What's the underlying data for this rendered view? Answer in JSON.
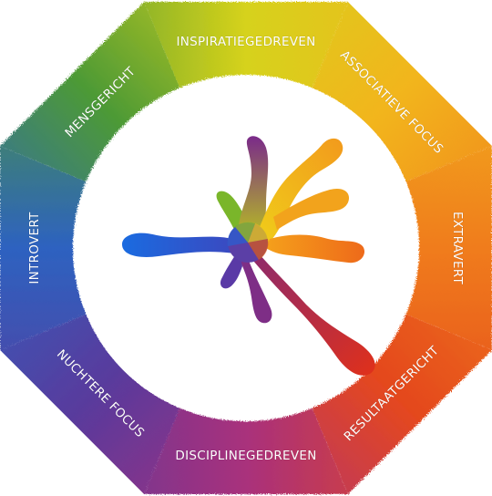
{
  "wheel": {
    "segments": [
      {
        "key": "top",
        "label": "INSPIRATIEGEDREVEN",
        "color": "#d6d21a"
      },
      {
        "key": "top-right",
        "label": "ASSOCIATIEVE FOCUS",
        "color": "#f2b51c"
      },
      {
        "key": "right",
        "label": "EXTRAVERT",
        "color": "#f07c1d"
      },
      {
        "key": "bottom-right",
        "label": "RESULTAATGERICHT",
        "color": "#e4471f"
      },
      {
        "key": "bottom",
        "label": "DISCIPLINEGEDREVEN",
        "color": "#a9307c"
      },
      {
        "key": "bottom-left",
        "label": "NUCHTERE FOCUS",
        "color": "#5a3a9c"
      },
      {
        "key": "left",
        "label": "INTROVERT",
        "color": "#2d62c0"
      },
      {
        "key": "top-left",
        "label": "MENSGERICHT",
        "color": "#4d9a35"
      }
    ]
  },
  "splash": {
    "colors": [
      "#1e5ed8",
      "#2f8f3a",
      "#8cc422",
      "#e8d21a",
      "#f4a11c",
      "#ef6c1a",
      "#e0341c",
      "#8a2f7a",
      "#4a3ca8"
    ]
  }
}
